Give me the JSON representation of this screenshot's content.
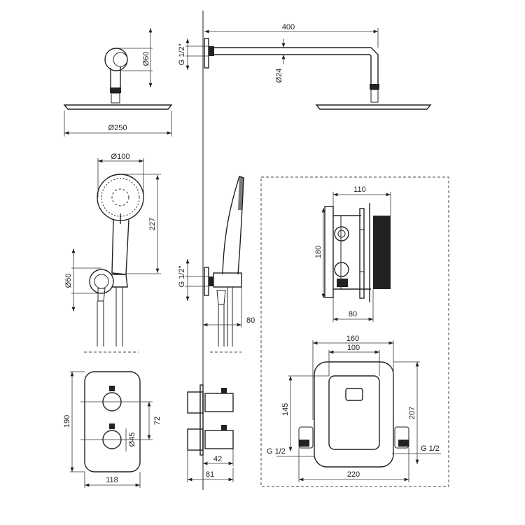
{
  "overhead_shower": {
    "arm_length": "400",
    "connection": "G 1/2\"",
    "arm_diameter": "Ø24",
    "flange_diameter": "Ø60",
    "head_diameter": "Ø250"
  },
  "hand_shower": {
    "head_diameter": "Ø100",
    "length": "227",
    "holder_diameter": "Ø60",
    "connection": "G 1/2\"",
    "projection": "80"
  },
  "concealed_box": {
    "depth_total": "110",
    "height": "180",
    "depth_body": "80",
    "frame_width": "160",
    "plate_width": "100",
    "height_to_outlet": "145",
    "frame_height": "207",
    "inlet_left": "G 1/2",
    "inlet_right": "G 1/2",
    "total_width": "220"
  },
  "thermostat": {
    "height": "190",
    "knob_spacing": "72",
    "knob_diameter": "Ø45",
    "width": "118",
    "knob_projection": "42",
    "total_projection": "81"
  }
}
